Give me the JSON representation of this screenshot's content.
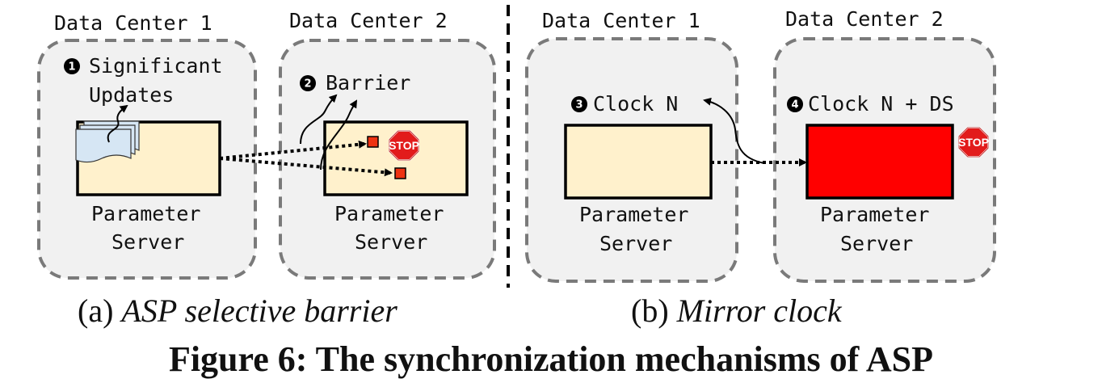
{
  "panel_a": {
    "dc1_label": "Data Center 1",
    "dc2_label": "Data Center 2",
    "step1_badge": "1",
    "step1_line1": "Significant",
    "step1_line2": "Updates",
    "step2_badge": "2",
    "step2_label": "Barrier",
    "ps1_line1": "Parameter",
    "ps1_line2": "Server",
    "ps2_line1": "Parameter",
    "ps2_line2": "Server",
    "stop_label": "STOP",
    "subcaption_prefix": "(a) ",
    "subcaption_italic": "ASP selective barrier"
  },
  "panel_b": {
    "dc1_label": "Data Center 1",
    "dc2_label": "Data Center 2",
    "step3_badge": "3",
    "step3_label": "Clock N",
    "step4_badge": "4",
    "step4_label": "Clock N + DS",
    "ps1_line1": "Parameter",
    "ps1_line2": "Server",
    "ps2_line1": "Parameter",
    "ps2_line2": "Server",
    "stop_label": "STOP",
    "subcaption_prefix": "(b) ",
    "subcaption_italic": "Mirror clock"
  },
  "caption": "Figure 6: The synchronization mechanisms of ASP",
  "colors": {
    "server_light": "#fff1cc",
    "server_stopped": "#ff0000",
    "update_square": "#ee3311",
    "stop_sign": "#e21b1b",
    "doc_fill": "#d6e6f4",
    "dc_fill": "#f1f1f1"
  }
}
